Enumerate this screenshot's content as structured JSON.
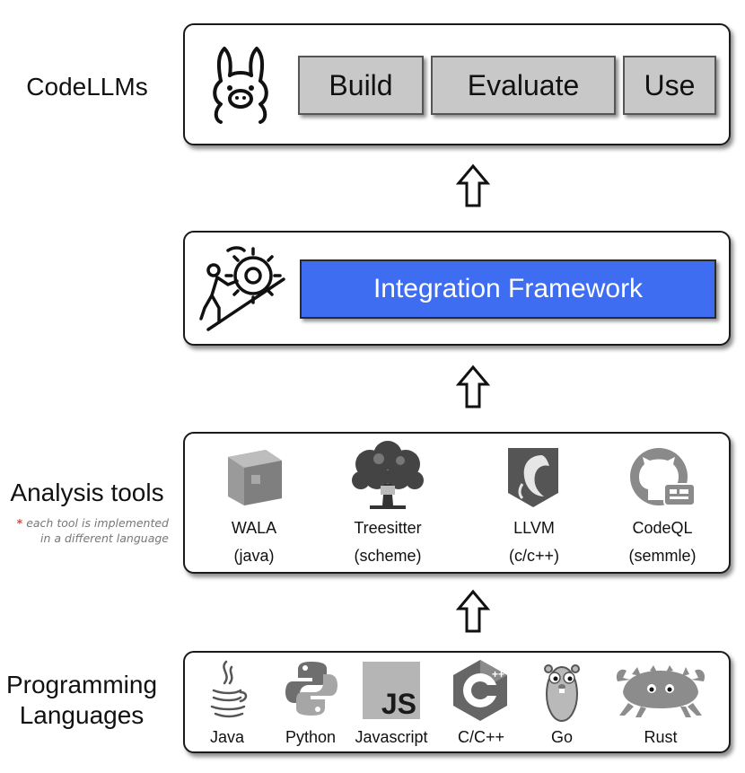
{
  "layers": {
    "codellms": {
      "label": "CodeLLMs",
      "icon": "llama-icon",
      "buttons": [
        "Build",
        "Evaluate",
        "Use"
      ]
    },
    "integration": {
      "icon": "person-pushing-gear-icon",
      "label": "Integration Framework",
      "accent": "#3e6df2"
    },
    "analysis": {
      "label": "Analysis tools",
      "note_star": "*",
      "note_line1": "each tool is implemented",
      "note_line2": "in a different language",
      "tools": [
        {
          "name": "WALA",
          "lang": "(java)",
          "icon": "wala-cube-icon"
        },
        {
          "name": "Treesitter",
          "lang": "(scheme)",
          "icon": "tree-icon"
        },
        {
          "name": "LLVM",
          "lang": "(c/c++)",
          "icon": "llvm-dragon-icon"
        },
        {
          "name": "CodeQL",
          "lang": "(semmle)",
          "icon": "codeql-octocat-icon"
        }
      ]
    },
    "languages": {
      "label_line1": "Programming",
      "label_line2": "Languages",
      "items": [
        {
          "name": "Java",
          "icon": "java-cup-icon"
        },
        {
          "name": "Python",
          "icon": "python-icon"
        },
        {
          "name": "Javascript",
          "icon": "js-icon"
        },
        {
          "name": "C/C++",
          "icon": "cpp-icon"
        },
        {
          "name": "Go",
          "icon": "gopher-icon"
        },
        {
          "name": "Rust",
          "icon": "ferris-crab-icon"
        }
      ]
    }
  },
  "arrows": [
    "up-arrow-icon",
    "up-arrow-icon",
    "up-arrow-icon"
  ]
}
